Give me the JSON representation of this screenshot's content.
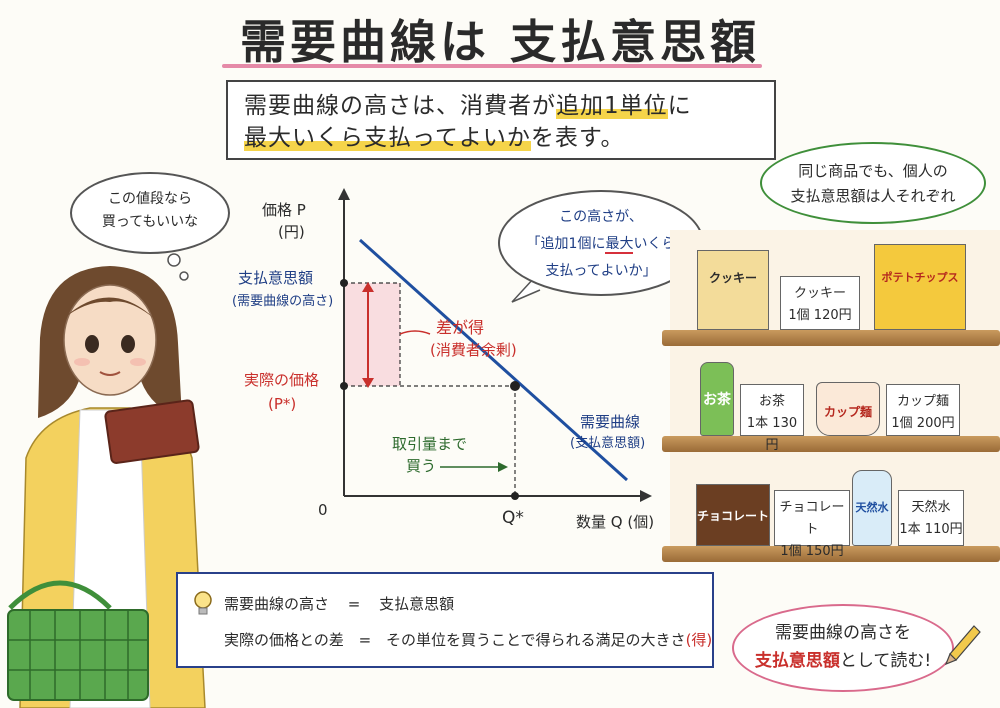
{
  "title": "需要曲線は 支払意思額",
  "headline": {
    "line1_pre": "需要曲線の高さは、消費者が",
    "line1_hl": "追加1単位",
    "line1_post": "に",
    "line2_hl": "最大いくら支払ってよいか",
    "line2_post": "を表す。"
  },
  "bubble_left": {
    "line1": "この値段なら",
    "line2": "買ってもいいな"
  },
  "bubble_mid": {
    "line1": "この高さが、",
    "line2_pre": "「追加1個に",
    "line2_hl": "最大",
    "line2_post": "いくら",
    "line3": "支払ってよいか」"
  },
  "bubble_right": {
    "line1": "同じ商品でも、個人の",
    "line2": "支払意思額は人それぞれ"
  },
  "graph": {
    "y_axis_label": "価格 P",
    "y_axis_unit": "(円)",
    "x_axis_label": "数量 Q (個)",
    "origin": "0",
    "q_star": "Q*",
    "wtp_label": "支払意思額",
    "wtp_sub": "(需要曲線の高さ)",
    "diff_label": "差が得",
    "diff_sub": "(消費者余剰)",
    "price_label": "実際の価格",
    "price_sub": "(P*)",
    "buy_label1": "取引量まで",
    "buy_label2": "買う",
    "curve_label1": "需要曲線",
    "curve_label2": "(支払意思額)",
    "colors": {
      "curve": "#1f4fa0",
      "red": "#c9302c",
      "green": "#2d6a2d",
      "surplus_fill": "#f6c2cd"
    }
  },
  "products": [
    {
      "pkg": "クッキー",
      "name": "クッキー",
      "price": "1個 120円"
    },
    {
      "pkg": "ポテトチップス"
    },
    {
      "pkg": "お茶",
      "name": "お茶",
      "price": "1本 130円"
    },
    {
      "pkg": "カップ麺",
      "name": "カップ麺",
      "price": "1個 200円"
    },
    {
      "pkg": "チョコレート",
      "name": "チョコレート",
      "price": "1個 150円"
    },
    {
      "pkg": "天然水",
      "name": "天然水",
      "price": "1本 110円"
    }
  ],
  "summary": {
    "row1_left": "需要曲線の高さ",
    "row1_eq": "=",
    "row1_right": "支払意思額",
    "row2_left": "実際の価格との差",
    "row2_eq": "=",
    "row2_right": "その単位を買うことで得られる満足の大きさ",
    "row2_tag": "(得)"
  },
  "bubble_br": {
    "line1": "需要曲線の高さを",
    "line2_hl": "支払意思額",
    "line2_post": "として読む!"
  }
}
